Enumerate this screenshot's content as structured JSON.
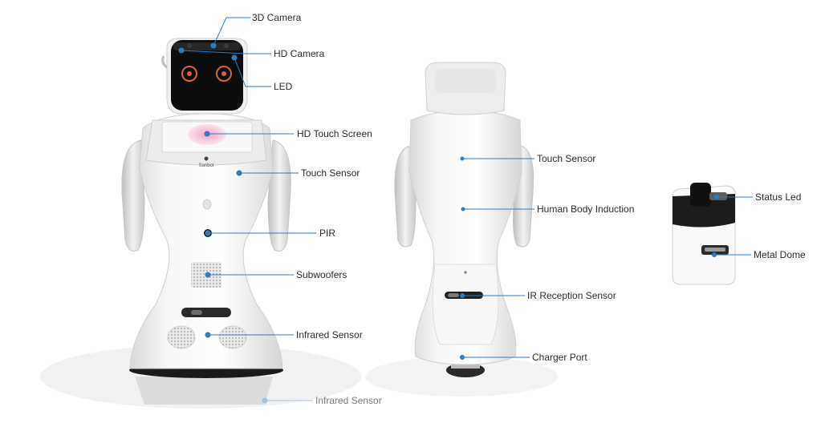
{
  "front_view": {
    "brand": "Sanbot",
    "callouts": [
      {
        "id": "3d-camera",
        "text": "3D Camera"
      },
      {
        "id": "hd-camera",
        "text": "HD Camera"
      },
      {
        "id": "led",
        "text": "LED"
      },
      {
        "id": "hd-touch-screen",
        "text": "HD Touch Screen"
      },
      {
        "id": "touch-sensor",
        "text": "Touch Sensor"
      },
      {
        "id": "pir",
        "text": "PIR"
      },
      {
        "id": "subwoofers",
        "text": "Subwoofers"
      },
      {
        "id": "infrared-sensor",
        "text": "Infrared Sensor"
      },
      {
        "id": "infrared-sensor-bottom",
        "text": "Infrared Sensor"
      }
    ]
  },
  "back_view": {
    "callouts": [
      {
        "id": "touch-sensor-back",
        "text": "Touch Sensor"
      },
      {
        "id": "human-body-induction",
        "text": "Human Body Induction"
      },
      {
        "id": "ir-reception-sensor",
        "text": "IR Reception Sensor"
      },
      {
        "id": "charger-port",
        "text": "Charger Port"
      }
    ]
  },
  "module_view": {
    "callouts": [
      {
        "id": "status-led",
        "text": "Status Led"
      },
      {
        "id": "metal-dome",
        "text": "Metal Dome"
      }
    ]
  },
  "colors": {
    "leader_line": "#2e7bbf",
    "dot": "#2e7bbf",
    "body": "#f4f4f4",
    "face": "#0d0d0d",
    "eyes": "#d0663a"
  }
}
